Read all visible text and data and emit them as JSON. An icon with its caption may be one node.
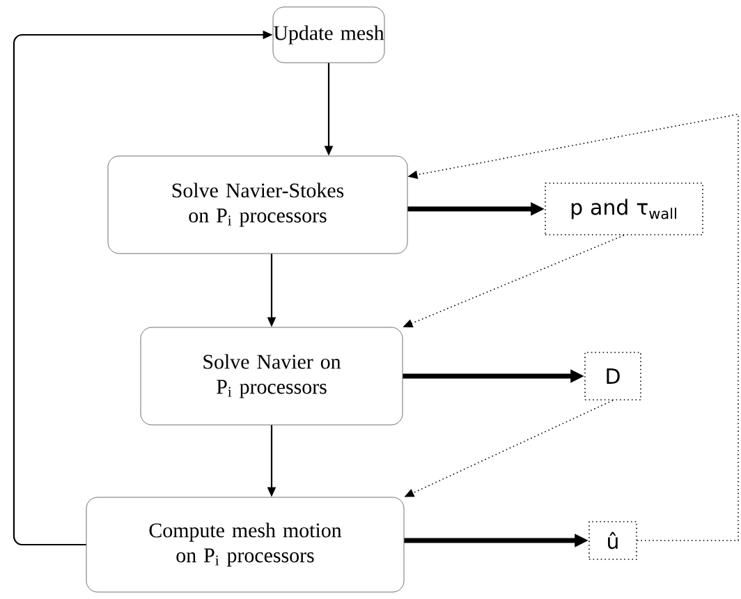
{
  "diagram": {
    "nodes": [
      {
        "text": [
          "Update mesh"
        ]
      },
      {
        "text": [
          "Solve Navier-Stokes on P$_{i}$ processors"
        ]
      },
      {
        "text": [
          "Solve Navier on P$_{i}$ processors"
        ]
      },
      {
        "text": [
          "Compute mesh motion on P$_{i}$ processors"
        ]
      },
      {
        "text": [
          "p and τ$_{wall}$"
        ]
      },
      {
        "text": [
          "D"
        ]
      },
      {
        "text": [
          "û"
        ]
      }
    ],
    "edges": [
      {
        "from": 0,
        "to": 1,
        "arrow": "to"
      },
      {
        "from": 1,
        "to": 2,
        "arrow": "to"
      },
      {
        "from": 2,
        "to": 3,
        "arrow": "to"
      },
      {
        "from": 3,
        "to": 0,
        "arrow": "to"
      },
      {
        "from": 1,
        "to": 4,
        "arrow": "to",
        "style": "thick"
      },
      {
        "from": 2,
        "to": 5,
        "arrow": "to",
        "style": "thick"
      },
      {
        "from": 3,
        "to": 6,
        "arrow": "to",
        "style": "thick"
      },
      {
        "from": 4,
        "to": 2,
        "arrow": "to",
        "style": "dashed"
      },
      {
        "from": 5,
        "to": 3,
        "arrow": "to",
        "style": "dashed"
      },
      {
        "from": 6,
        "to": 1,
        "arrow": "to",
        "style": "dashed"
      }
    ]
  }
}
